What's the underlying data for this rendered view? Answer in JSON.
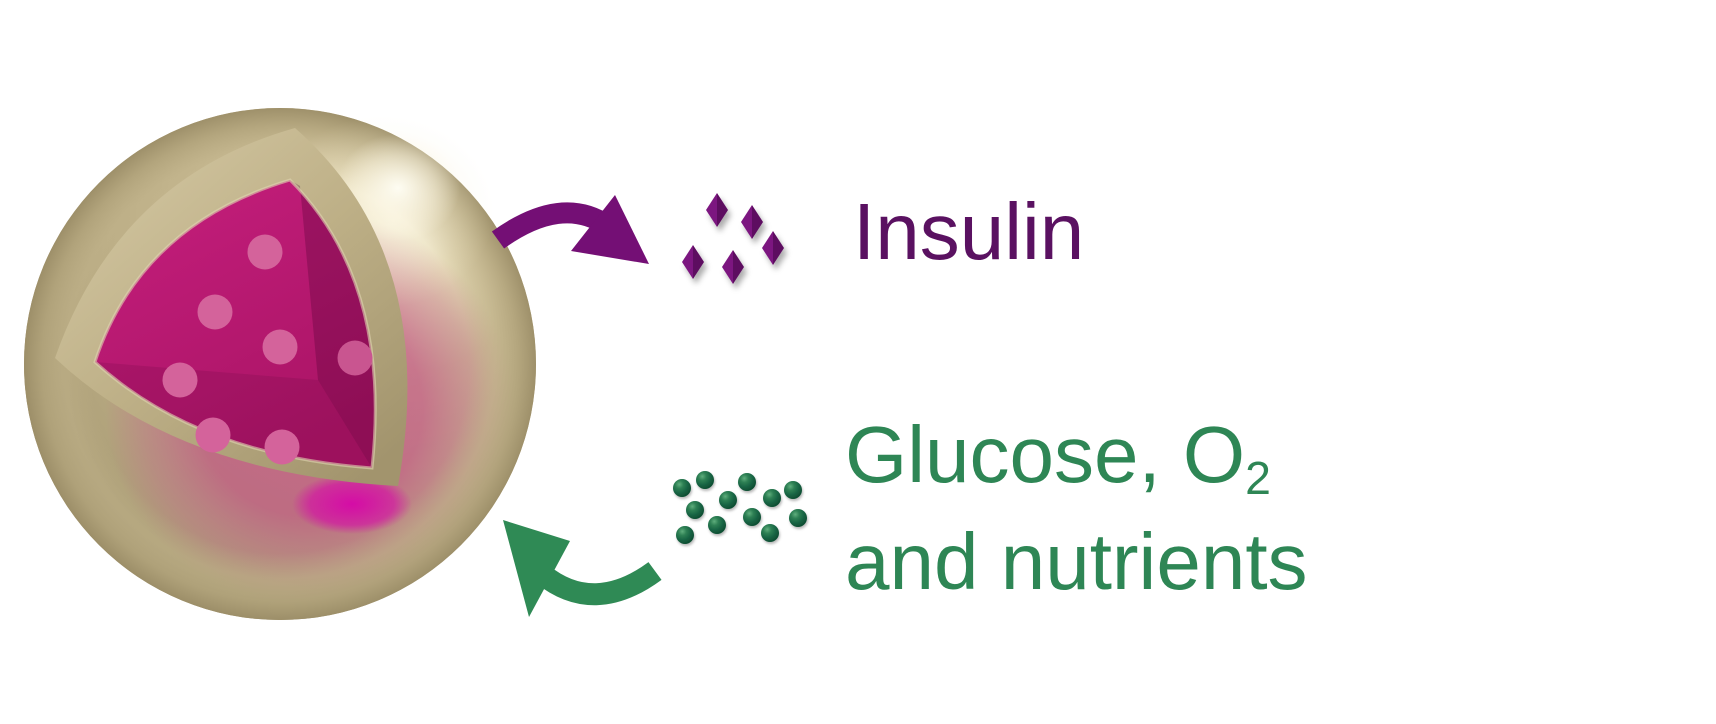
{
  "background_color": "#ffffff",
  "capsule": {
    "description": "cutaway microcapsule sphere",
    "shell_color": "#bcae86",
    "shell_highlight_color": "#faf5e4",
    "shell_edge_color": "#9c8e68",
    "core_color": "#b8156f",
    "core_glow_color": "#c23a82",
    "core_bright_spot_color": "#d607a8",
    "cell_dot_color": "#d4639b",
    "cell_dot_count": 7
  },
  "insulin": {
    "label": "Insulin",
    "text_color": "#5a1161",
    "arrow_color": "#740f75",
    "arrow_direction": "out of capsule",
    "diamond_color": "#6d0e71",
    "diamond_count": 5
  },
  "nutrients": {
    "label_line1": "Glucose, O",
    "label_subscript": "2",
    "label_line2": "and nutrients",
    "text_color": "#2e8655",
    "arrow_color": "#2f8a55",
    "arrow_direction": "into capsule",
    "dot_color": "#1c6e3e",
    "dot_count": 12
  }
}
